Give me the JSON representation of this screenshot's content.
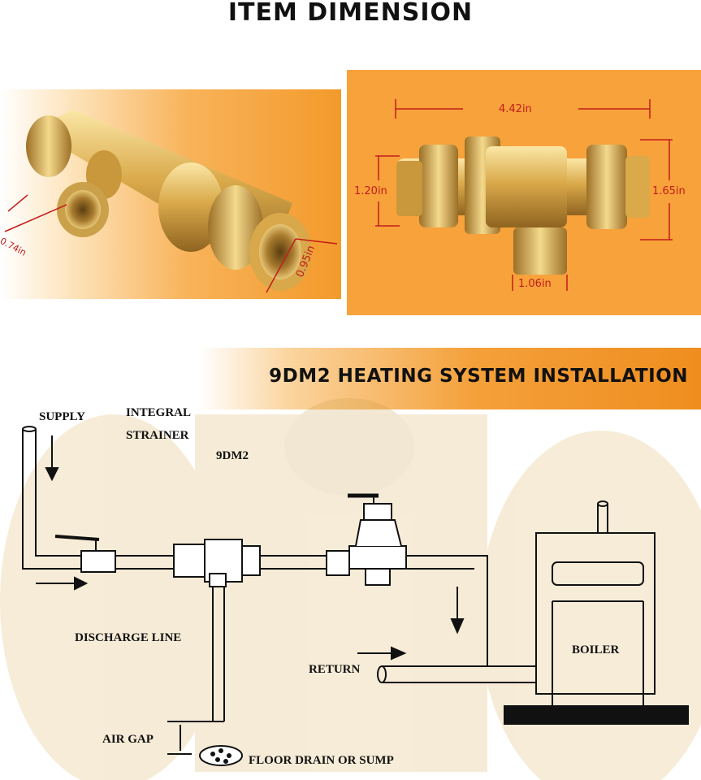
{
  "header": {
    "title": "ITEM DIMENSION"
  },
  "dimensions": {
    "inlet_diameter": "0.74in",
    "outlet_diameter": "0.95in",
    "overall_length": "4.42in",
    "left_height": "1.20in",
    "right_height": "1.65in",
    "vent_width": "1.06in"
  },
  "installation": {
    "title": "9DM2 HEATING SYSTEM INSTALLATION",
    "labels": {
      "supply": "SUPPLY",
      "integral": "INTEGRAL",
      "strainer": "STRAINER",
      "valve": "9DM2",
      "discharge": "DISCHARGE LINE",
      "return": "RETURN",
      "boiler": "BOILER",
      "air_gap": "AIR GAP",
      "floor_drain": "FLOOR  DRAIN OR SUMP"
    }
  },
  "colors": {
    "brass": "#d9a94a",
    "orange": "#f39a2b",
    "dimension_red": "#c41c1c"
  }
}
